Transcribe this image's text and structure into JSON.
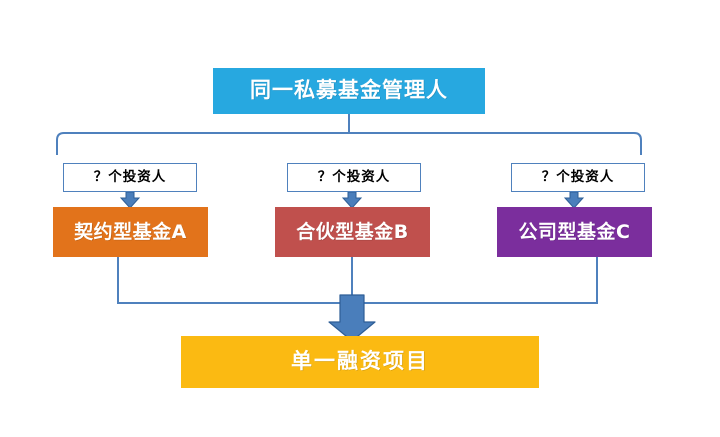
{
  "diagram": {
    "title_node": {
      "label": "同一私募基金管理人",
      "color": "#27A8E0"
    },
    "investor_labels": [
      {
        "label": "？个投资人"
      },
      {
        "label": "？个投资人"
      },
      {
        "label": "？个投资人"
      }
    ],
    "funds": [
      {
        "label": "契约型基金A",
        "color": "#E2731B"
      },
      {
        "label": "合伙型基金B",
        "color": "#C0504D"
      },
      {
        "label": "公司型基金C",
        "color": "#7B2E9D"
      }
    ],
    "project_node": {
      "label": "单一融资项目",
      "color": "#FBBA12"
    },
    "connector_color": "#4F81BD",
    "arrow_fill": "#4A7EBB",
    "arrow_stroke": "#2E5E96"
  }
}
